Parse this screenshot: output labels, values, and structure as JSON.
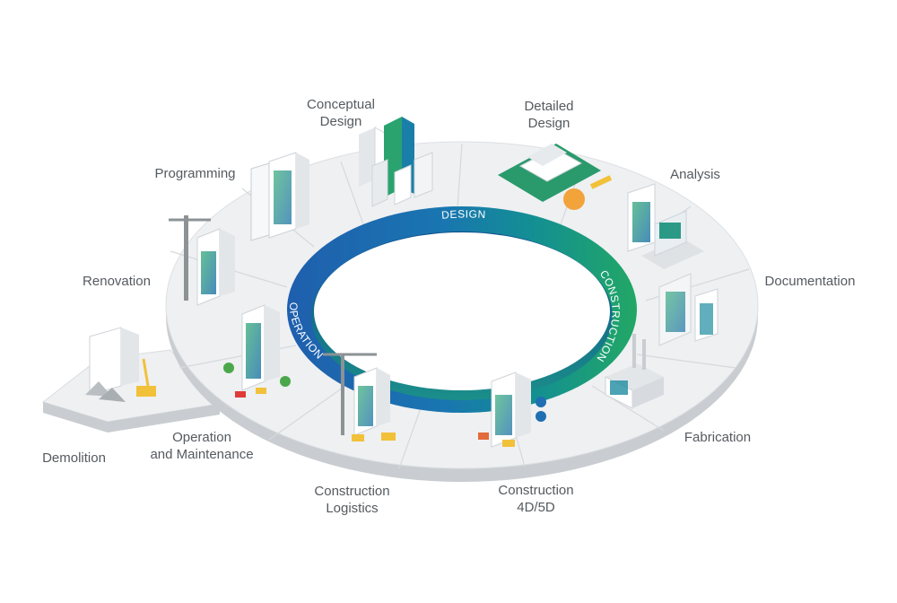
{
  "ring": {
    "design_label": "DESIGN",
    "construction_label": "CONSTRUCTION",
    "operation_label": "OPERATION"
  },
  "stages": {
    "conceptual_design": "Conceptual\nDesign",
    "detailed_design": "Detailed\nDesign",
    "programming": "Programming",
    "analysis": "Analysis",
    "renovation": "Renovation",
    "documentation": "Documentation",
    "demolition": "Demolition",
    "operation_maintenance": "Operation\nand Maintenance",
    "fabrication": "Fabrication",
    "construction_logistics": "Construction\nLogistics",
    "construction_4d5d": "Construction\n4D/5D"
  },
  "colors": {
    "ring_blue": "#1f6fb2",
    "ring_teal": "#0e8f9a",
    "ring_green": "#1fa36a",
    "platform": "#eef0f2",
    "platform_edge": "#c9cdd1"
  }
}
